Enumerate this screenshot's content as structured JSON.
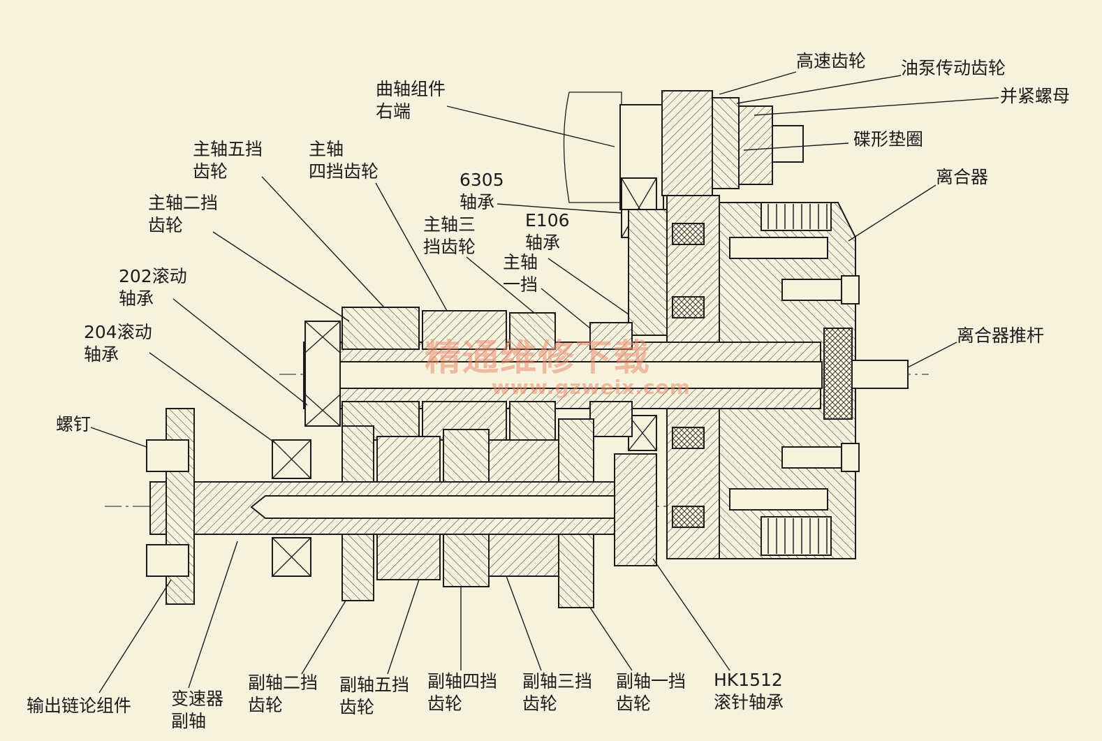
{
  "labels": {
    "high_speed_gear": "高速齿轮",
    "oil_pump_gear": "油泵传动齿轮",
    "lock_nut": "并紧螺母",
    "disc_washer": "碟形垫圈",
    "clutch": "离合器",
    "clutch_pushrod": "离合器推杆",
    "crank_line1": "曲轴组件",
    "crank_line2": "右端",
    "m5_line1": "主轴五挡",
    "m5_line2": "齿轮",
    "m4_line1": "主轴",
    "m4_line2": "四挡齿轮",
    "b6305_line1": "6305",
    "b6305_line2": "轴承",
    "m2_line1": "主轴二挡",
    "m2_line2": "齿轮",
    "m3_line1": "主轴三",
    "m3_line2": "挡齿轮",
    "e106_line1": "E106",
    "e106_line2": "轴承",
    "m1_line1": "主轴",
    "m1_line2": "一挡",
    "b202_line1": "202滚动",
    "b202_line2": "轴承",
    "b204_line1": "204滚动",
    "b204_line2": "轴承",
    "screw": "螺钉",
    "output_sprocket": "输出链论组件",
    "countershaft_line1": "变速器",
    "countershaft_line2": "副轴",
    "c2_line1": "副轴二挡",
    "c2_line2": "齿轮",
    "c5_line1": "副轴五挡",
    "c5_line2": "齿轮",
    "c4_line1": "副轴四挡",
    "c4_line2": "齿轮",
    "c3_line1": "副轴三挡",
    "c3_line2": "齿轮",
    "c1_line1": "副轴一挡",
    "c1_line2": "齿轮",
    "hk_line1": "HK1512",
    "hk_line2": "滚针轴承"
  },
  "watermark": {
    "text": "精通维修下载",
    "url": "www.gzweix.com"
  },
  "colors": {
    "background": "#f5f2dd",
    "line": "#1b1b1b",
    "watermark": "#ec8c6e"
  }
}
